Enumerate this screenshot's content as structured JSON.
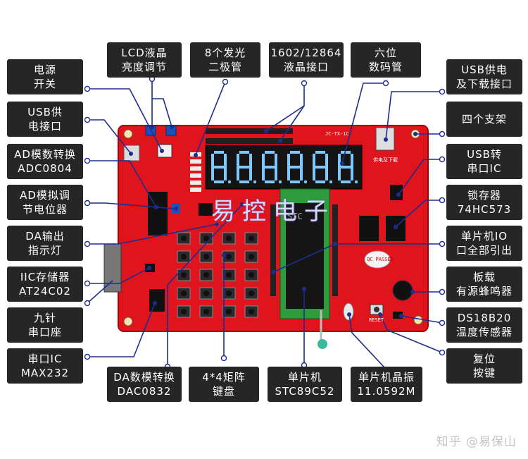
{
  "labels": {
    "lcd_brightness": [
      "LCD液晶",
      "亮度调节"
    ],
    "leds": [
      "8个发光",
      "二极管"
    ],
    "lcd_port": [
      "1602/12864",
      "液晶接口"
    ],
    "seven_seg": [
      "六位",
      "数码管"
    ],
    "power_switch": [
      "电源",
      "开关"
    ],
    "usb_power": [
      "USB供",
      "电接口"
    ],
    "adc": [
      "AD模数转换",
      "ADC0804"
    ],
    "pot": [
      "AD模拟调",
      "节电位器"
    ],
    "da_led": [
      "DA输出",
      "指示灯"
    ],
    "eeprom": [
      "IIC存储器",
      "AT24C02"
    ],
    "db9": [
      "九针",
      "串口座"
    ],
    "max232": [
      "串口IC",
      "MAX232"
    ],
    "dac": [
      "DA数模转换",
      "DAC0832"
    ],
    "keypad": [
      "4*4矩阵",
      "键盘"
    ],
    "mcu": [
      "单片机",
      "STC89C52"
    ],
    "crystal": [
      "单片机晶振",
      "11.0592M"
    ],
    "usb_download": [
      "USB供电",
      "及下载接口"
    ],
    "standoffs": [
      "四个支架"
    ],
    "usb_serial": [
      "USB转",
      "串口IC"
    ],
    "latch": [
      "锁存器",
      "74HC573"
    ],
    "io_out": [
      "单片机IO",
      "口全部引出"
    ],
    "buzzer": [
      "板载",
      "有源蜂鸣器"
    ],
    "ds18b20": [
      "DS18B20",
      "温度传感器"
    ],
    "reset": [
      "复位",
      "按键"
    ]
  },
  "board": {
    "brand": "易控电子",
    "model": "JC-TX-1C",
    "chip_mark": "STC",
    "usb_silk": "供电及下载",
    "qc_mark": "QC PASSED",
    "reset_silk": "RESET"
  },
  "watermark": "知乎 @易保山",
  "colors": {
    "pcb": "#e0141c",
    "label_bg": "#262626",
    "line": "#1d2d8f",
    "segment": "#7fc8ff"
  }
}
